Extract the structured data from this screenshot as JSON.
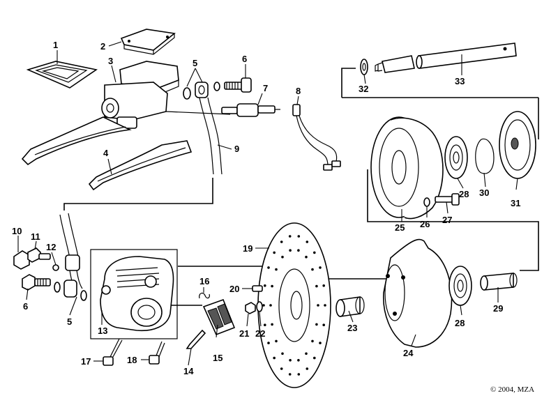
{
  "copyright": "© 2004, MZA",
  "callouts": {
    "c1": "1",
    "c2": "2",
    "c3": "3",
    "c4": "4",
    "c5a": "5",
    "c5b": "5",
    "c6a": "6",
    "c6b": "6",
    "c7": "7",
    "c8": "8",
    "c9": "9",
    "c10": "10",
    "c11": "11",
    "c12": "12",
    "c13": "13",
    "c14": "14",
    "c15": "15",
    "c16": "16",
    "c17": "17",
    "c18": "18",
    "c19": "19",
    "c20": "20",
    "c21": "21",
    "c22": "22",
    "c23": "23",
    "c24": "24",
    "c25": "25",
    "c26": "26",
    "c27": "27",
    "c28a": "28",
    "c28b": "28",
    "c29": "29",
    "c30": "30",
    "c31": "31",
    "c32": "32",
    "c33": "33"
  }
}
